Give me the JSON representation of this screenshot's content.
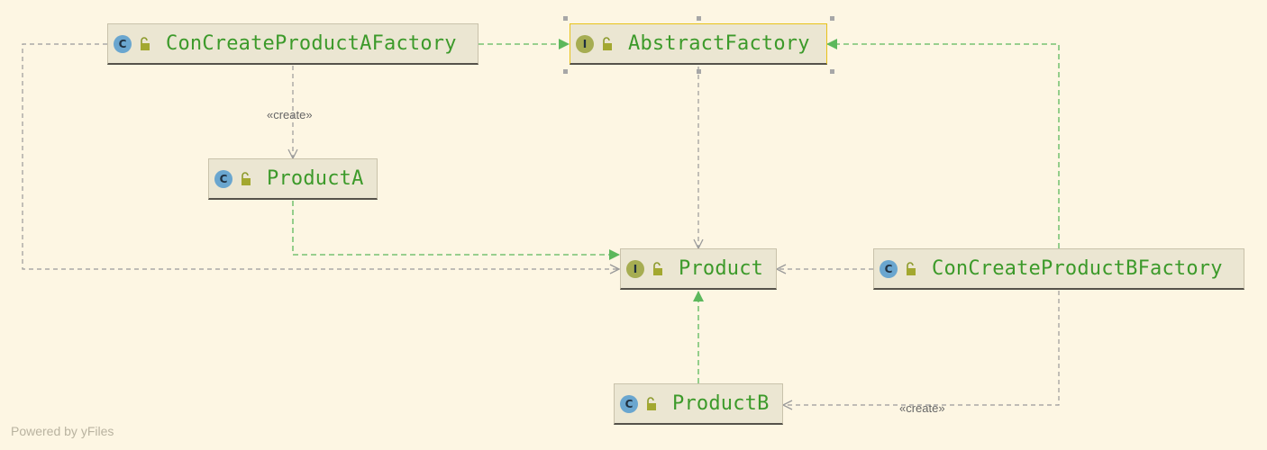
{
  "diagram": {
    "nodes": {
      "concrete_a_factory": {
        "badge": "C",
        "name": "ConCreateProductAFactory"
      },
      "abstract_factory": {
        "badge": "I",
        "name": "AbstractFactory"
      },
      "product_a": {
        "badge": "C",
        "name": "ProductA"
      },
      "product": {
        "badge": "I",
        "name": "Product"
      },
      "concrete_b_factory": {
        "badge": "C",
        "name": "ConCreateProductBFactory"
      },
      "product_b": {
        "badge": "C",
        "name": "ProductB"
      }
    },
    "edge_labels": {
      "create_a": "«create»",
      "create_b": "«create»"
    }
  },
  "footer": "Powered by yFiles",
  "colors": {
    "background": "#fdf6e3",
    "realization": "#5cb85c",
    "dependency": "#9a9a9a",
    "class_badge": "#6aa6cf",
    "interface_badge": "#a6ad52",
    "selection": "#e8c21a"
  },
  "icons": {
    "class_badge": "class-c-icon",
    "interface_badge": "interface-i-icon",
    "visibility": "open-lock-icon"
  }
}
